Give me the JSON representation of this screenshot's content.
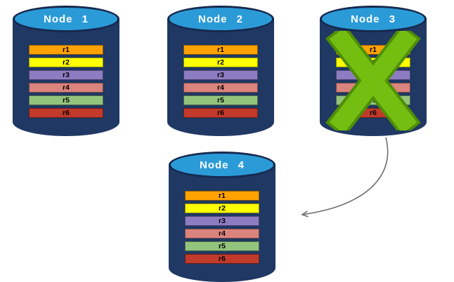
{
  "diagram": {
    "nodes": [
      {
        "label": "Node 1",
        "status": "active"
      },
      {
        "label": "Node 2",
        "status": "active"
      },
      {
        "label": "Node 3",
        "status": "failed"
      },
      {
        "label": "Node 4",
        "status": "active"
      }
    ],
    "rows": [
      {
        "label": "r1",
        "color": "#FFA202"
      },
      {
        "label": "r2",
        "color": "#FFFF00"
      },
      {
        "label": "r3",
        "color": "#8E7CC3"
      },
      {
        "label": "r4",
        "color": "#DB837D"
      },
      {
        "label": "r5",
        "color": "#93C47D"
      },
      {
        "label": "r6",
        "color": "#C13A2B"
      }
    ],
    "colors": {
      "cylinder_body": "#1F3864",
      "cylinder_top": "#2B9BD7",
      "cylinder_outline": "#16294F",
      "label_text": "#FFFFFF",
      "row_text": "#000000",
      "failure_x": "#74BE12",
      "failure_x_outline": "#4F8F05",
      "arrow": "#707070"
    }
  }
}
